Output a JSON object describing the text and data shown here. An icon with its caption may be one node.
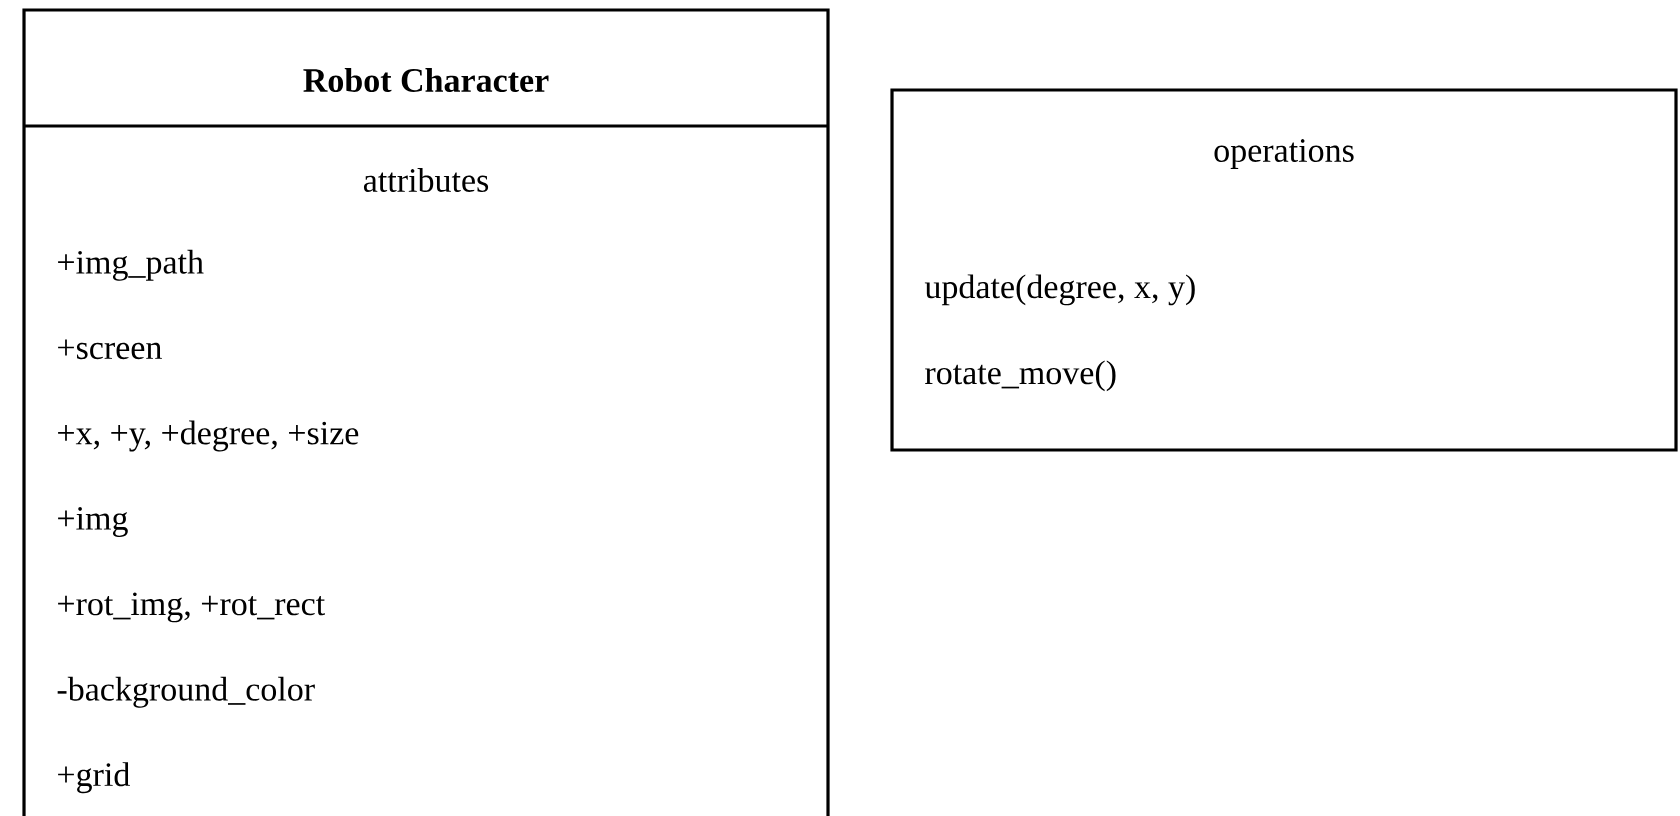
{
  "diagram": {
    "nodes": [
      {
        "text": [
          "Robot Character",
          "attributes",
          "+img_path",
          "+screen",
          "+x, +y, +degree, +size",
          "+img",
          "+rot_img, +rot_rect",
          "-background_color",
          "+grid"
        ]
      },
      {
        "text": [
          "operations",
          "update(degree, x, y)",
          "rotate_move()"
        ]
      }
    ]
  }
}
